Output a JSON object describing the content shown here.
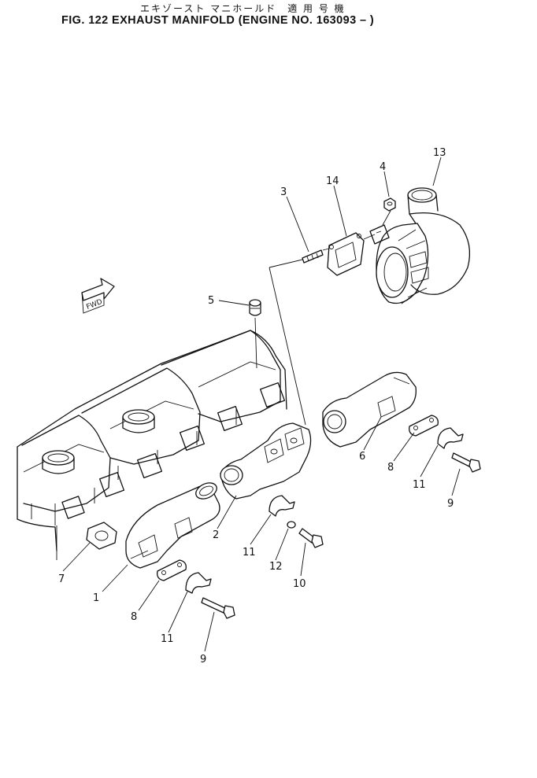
{
  "header": {
    "japanese_title": "エキゾースト マニホールド　適 用 号 機",
    "title": "FIG. 122  EXHAUST MANIFOLD (ENGINE NO. 163093 –  )"
  },
  "fwd_label": "FWD",
  "callouts": {
    "c1": "1",
    "c2": "2",
    "c3": "3",
    "c4": "4",
    "c5": "5",
    "c6": "6",
    "c7": "7",
    "c8a": "8",
    "c8b": "8",
    "c9a": "9",
    "c9b": "9",
    "c10": "10",
    "c11a": "11",
    "c11b": "11",
    "c11c": "11",
    "c12": "12",
    "c13": "13",
    "c14": "14"
  }
}
